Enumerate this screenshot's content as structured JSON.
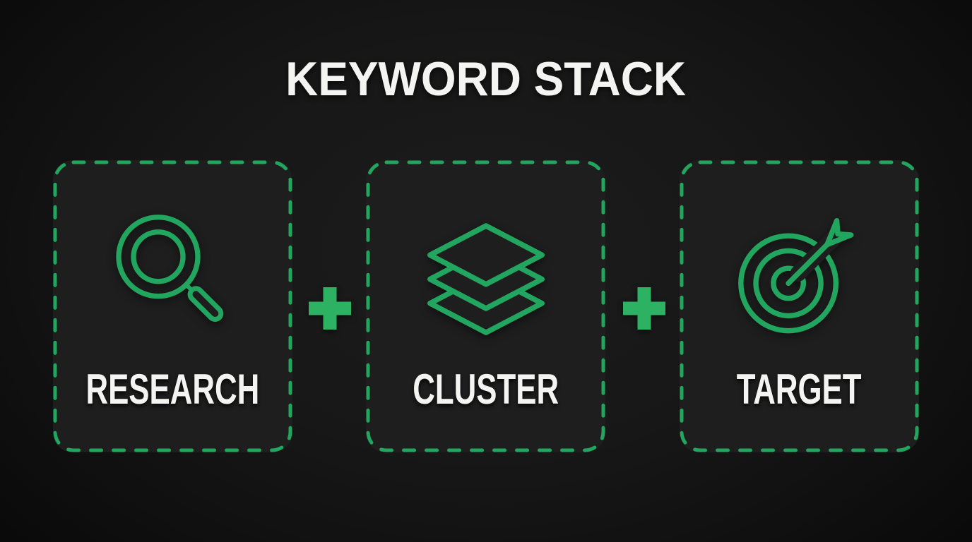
{
  "title": "KEYWORD STACK",
  "separator_symbol": "+",
  "colors": {
    "background": "#111111",
    "card_background": "#1e1e1f",
    "green": "#22a55e",
    "plus_green": "#2db163",
    "text": "#f4f4f2"
  },
  "steps": [
    {
      "label": "RESEARCH",
      "icon": "search-icon"
    },
    {
      "label": "CLUSTER",
      "icon": "layers-icon"
    },
    {
      "label": "TARGET",
      "icon": "target-icon"
    }
  ]
}
